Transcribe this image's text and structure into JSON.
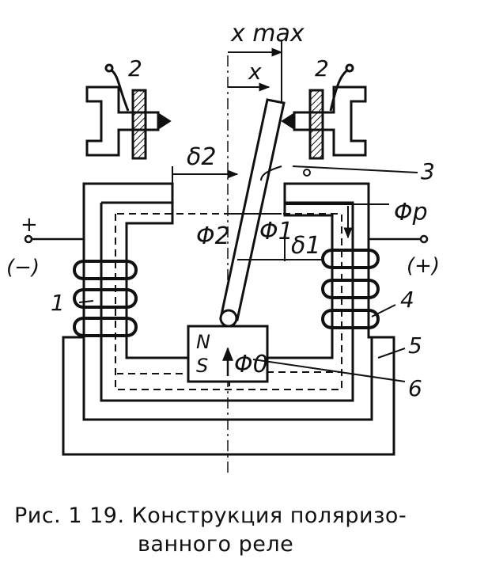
{
  "labels": {
    "xmax": "x max",
    "x": "x",
    "n2_left": "2",
    "n2_right": "2",
    "delta2": "δ2",
    "n3": "3",
    "phi_p": "Φp",
    "plus": "+",
    "minus_paren": "(−)",
    "phi2": "Φ2",
    "phi1": "Φ1",
    "delta1": "δ1",
    "plus_paren": "(+)",
    "n1": "1",
    "n4": "4",
    "n5": "5",
    "n6": "6",
    "magnet_n": "N",
    "magnet_s": "S",
    "phi0": "Φ0"
  },
  "caption": {
    "line1": "Рис. 1 19. Конструкция поляризо-",
    "line2": "ванного реле"
  }
}
